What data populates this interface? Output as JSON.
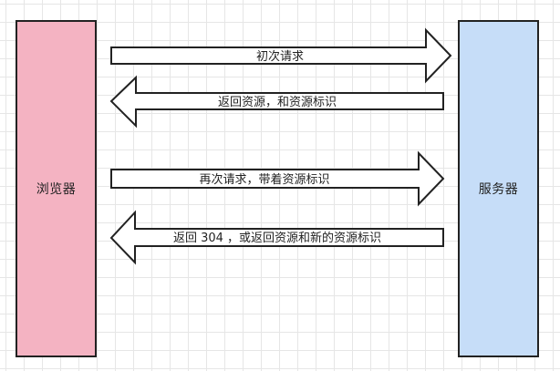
{
  "colors": {
    "browser_fill": "#f4b3c2",
    "server_fill": "#c6ddf8",
    "border": "#222222",
    "grid": "#e6e6e6"
  },
  "participants": {
    "browser": {
      "label": "浏览器"
    },
    "server": {
      "label": "服务器"
    }
  },
  "messages": [
    {
      "label": "初次请求",
      "direction": "right"
    },
    {
      "label": "返回资源，和资源标识",
      "direction": "left"
    },
    {
      "label": "再次请求，带着资源标识",
      "direction": "right"
    },
    {
      "label": "返回 304 ，或返回资源和新的资源标识",
      "direction": "left"
    }
  ]
}
